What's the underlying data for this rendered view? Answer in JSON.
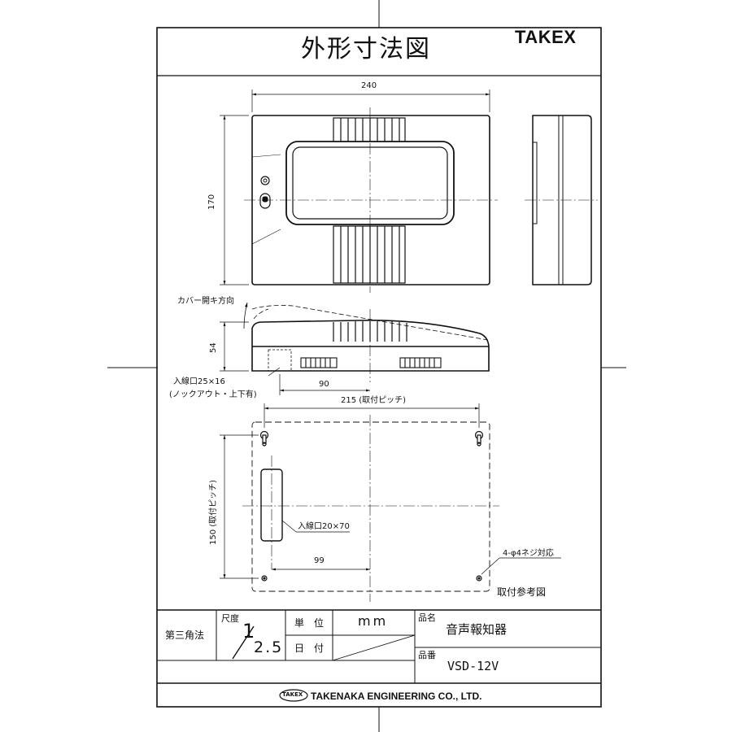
{
  "sheet": {
    "title": "外形寸法図",
    "brand": "TAKEX"
  },
  "front_view": {
    "width_dim": "240",
    "height_dim": "170"
  },
  "side_view": {
    "cover_label": "カバー開キ方向",
    "height_dim": "54",
    "inlet_label": "入線口25×16",
    "inlet_note": "(ノックアウト・上下有)",
    "inlet_offset": "90"
  },
  "mount_view": {
    "pitch_h": "215 (取付ピッチ)",
    "pitch_v": "150 (取付ピッチ)",
    "inlet_label": "入線口20×70",
    "inlet_offset": "99",
    "screw_label": "4-φ4ネジ対応",
    "caption": "取付参考図"
  },
  "title_block": {
    "projection": "第三角法",
    "scale_label": "尺度",
    "scale_num": "1",
    "scale_den": "2.5",
    "unit_label": "単　位",
    "unit_value": "mm",
    "date_label": "日　付",
    "product_name_label": "品名",
    "product_name": "音声報知器",
    "product_no_label": "品番",
    "product_no": "VSD-12V",
    "logo_text": "TAKEX",
    "company": "TAKENAKA ENGINEERING CO., LTD."
  }
}
